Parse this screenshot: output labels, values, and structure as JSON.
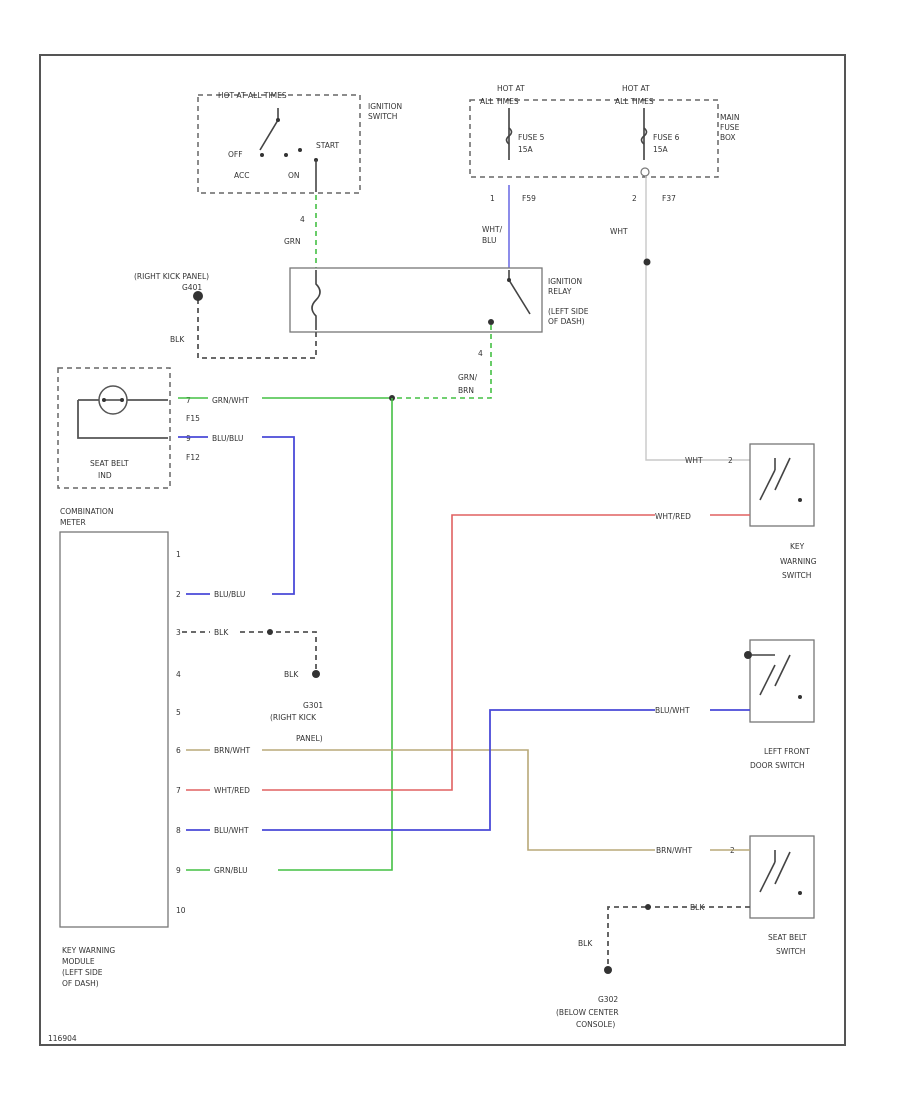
{
  "ignition_switch": {
    "hot_label": "HOT AT ALL TIMES",
    "name_line1": "IGNITION",
    "name_line2": "SWITCH",
    "pos_off": "OFF",
    "pos_acc": "ACC",
    "pos_on": "ON",
    "pos_start": "START",
    "pin": "4",
    "wire": "GRN"
  },
  "fuse_box": {
    "hot1_line1": "HOT AT",
    "hot1_line2": "ALL TIMES",
    "hot2_line1": "HOT AT",
    "hot2_line2": "ALL TIMES",
    "fuse1_line1": "FUSE 5",
    "fuse1_line2": "15A",
    "fuse2_line1": "FUSE 6",
    "fuse2_line2": "15A",
    "name_line1": "MAIN",
    "name_line2": "FUSE",
    "name_line3": "BOX",
    "pin1": "1",
    "conn1": "F59",
    "pin2": "2",
    "conn2": "F37",
    "wire1_line1": "WHT/",
    "wire1_line2": "BLU",
    "wire2": "WHT"
  },
  "ignition_relay": {
    "name_line1": "IGNITION",
    "name_line2": "RELAY",
    "name_line3": "(LEFT SIDE",
    "name_line4": "OF DASH)",
    "pin": "4",
    "wire_line1": "GRN/",
    "wire_line2": "BRN"
  },
  "ground_g401": {
    "label": "(RIGHT KICK PANEL)",
    "id": "G401",
    "wire": "BLK"
  },
  "seat_belt_ind": {
    "name_line1": "SEAT BELT",
    "name_line2": "IND",
    "pin1": "7",
    "conn1": "F15",
    "pin2": "9",
    "conn2": "F12",
    "wire1": "GRN/WHT",
    "wire2": "BLU/BLU"
  },
  "combination_meter": {
    "name_line1": "COMBINATION",
    "name_line2": "METER"
  },
  "key_warning_module": {
    "name_line1": "KEY WARNING",
    "name_line2": "MODULE",
    "name_line3": "(LEFT SIDE",
    "name_line4": "OF DASH)",
    "pins": [
      "1",
      "2",
      "3",
      "4",
      "5",
      "6",
      "7",
      "8",
      "9",
      "10"
    ],
    "wire2": "BLU/BLU",
    "wire3": "BLK",
    "wire6": "BRN/WHT",
    "wire7": "WHT/RED",
    "wire8": "BLU/WHT",
    "wire9": "GRN/BLU"
  },
  "ground_g301": {
    "wire": "BLK",
    "id": "G301",
    "label_line1": "(RIGHT KICK",
    "label_line2": "PANEL)"
  },
  "key_warning_switch": {
    "name_line1": "KEY",
    "name_line2": "WARNING",
    "name_line3": "SWITCH",
    "pin1": "2",
    "wire1": "WHT",
    "wire2": "WHT/RED"
  },
  "left_front_door_switch": {
    "name_line1": "LEFT FRONT",
    "name_line2": "DOOR SWITCH",
    "wire": "BLU/WHT"
  },
  "seat_belt_switch": {
    "name_line1": "SEAT BELT",
    "name_line2": "SWITCH",
    "pin1": "2",
    "wire1": "BRN/WHT",
    "wire2": "BLK"
  },
  "ground_g302": {
    "wire": "BLK",
    "id": "G302",
    "label_line1": "(BELOW CENTER",
    "label_line2": "CONSOLE)"
  },
  "figure_code": "116904"
}
